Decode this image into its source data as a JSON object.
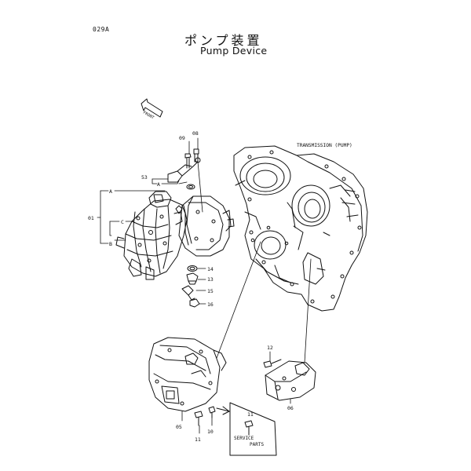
{
  "header": {
    "page_code": "029A",
    "title_jp": "ポンプ装置",
    "title_en": "Pump Device"
  },
  "labels": {
    "front": "FRONT",
    "transmission": "TRANSMISSION (PUMP)",
    "service_line1": "SERVICE",
    "service_line2": "PARTS",
    "ref_a": "A",
    "ref_b": "B",
    "ref_c": "C"
  },
  "callouts": {
    "p01": "01",
    "p05": "05",
    "p06": "06",
    "p08": "08",
    "p09": "09",
    "p10": "10",
    "p11a": "11",
    "p11b": "11",
    "p12": "12",
    "p13": "13",
    "p14": "14",
    "p15": "15",
    "p16": "16",
    "p53": "53"
  }
}
